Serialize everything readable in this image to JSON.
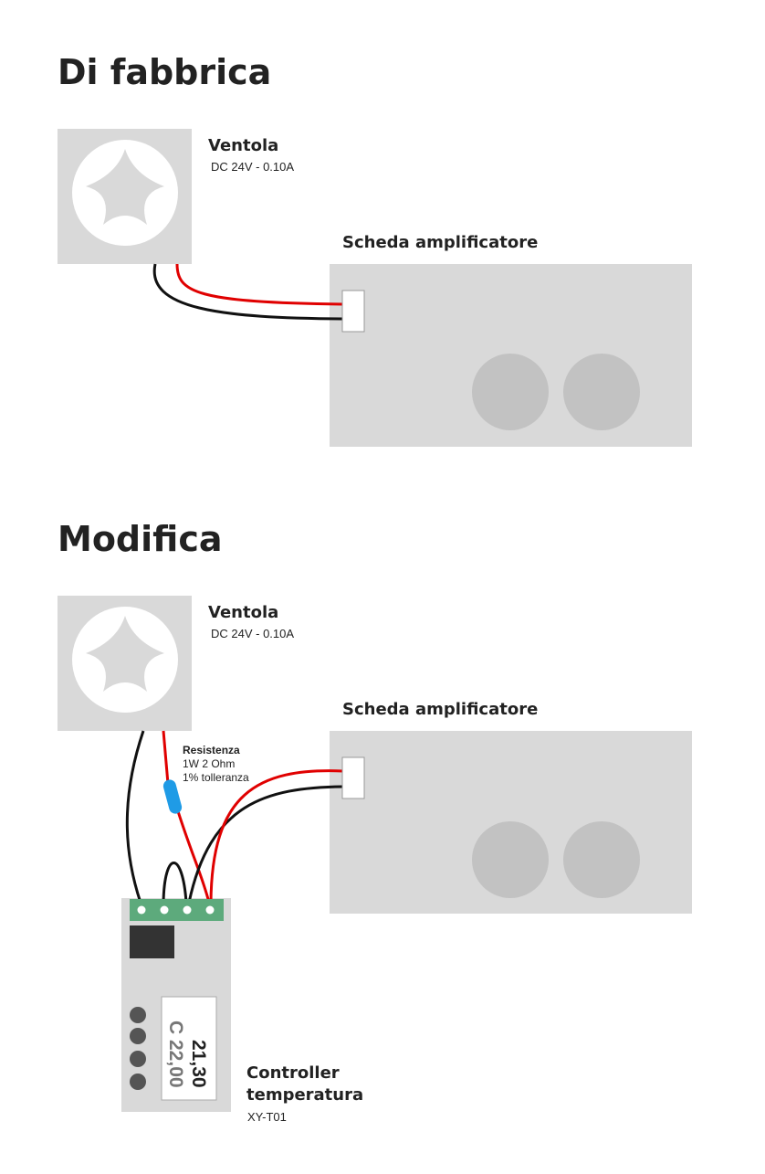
{
  "sections": {
    "factory": {
      "title": "Di fabbrica",
      "fan": {
        "title": "Ventola",
        "spec": "DC 24V - 0.10A"
      },
      "board": {
        "title": "Scheda amplificatore"
      }
    },
    "modified": {
      "title": "Modifica",
      "fan": {
        "title": "Ventola",
        "spec": "DC 24V - 0.10A"
      },
      "board": {
        "title": "Scheda amplificatore"
      },
      "resistor": {
        "title": "Resistenza",
        "line1": "1W 2 Ohm",
        "line2": "1% tolleranza"
      },
      "controller": {
        "title_line1": "Controller",
        "title_line2": "temperatura",
        "model": "XY-T01",
        "display_value": "21,30",
        "display_setpoint": "C 22,00"
      }
    }
  },
  "colors": {
    "component_gray": "#d9d9d9",
    "knob_gray": "#c2c2c2",
    "wire_red": "#e00000",
    "wire_black": "#111111",
    "terminal_green": "#5daa7c",
    "resistor_blue": "#1f9be6",
    "relay_dark": "#333333",
    "button_gray": "#555555"
  }
}
